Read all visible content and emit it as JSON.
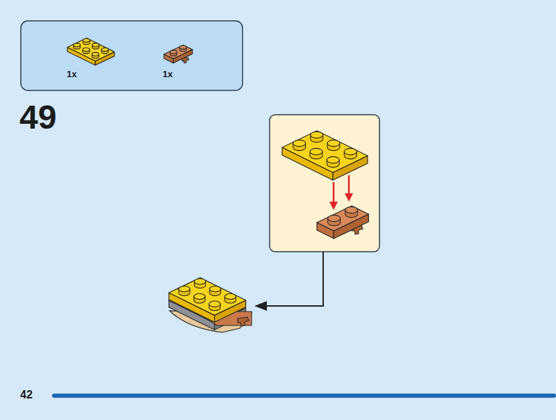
{
  "diagram": {
    "nodes": [
      {
        "text": [
          "1x",
          "1x"
        ]
      }
    ],
    "labels": [
      "49",
      "42"
    ]
  }
}
